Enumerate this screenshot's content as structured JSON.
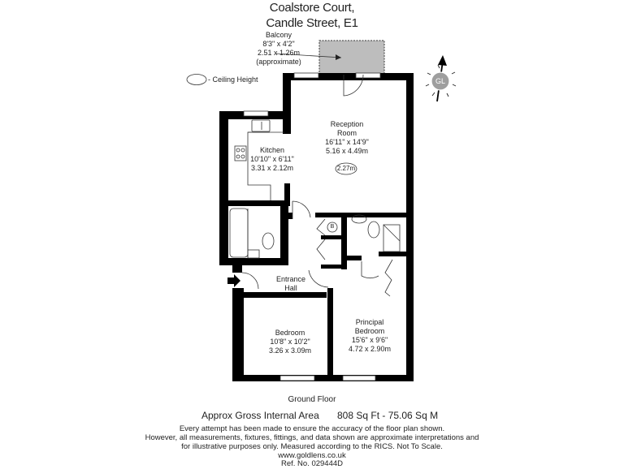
{
  "header": {
    "title_line1": "Coalstore Court,",
    "title_line2": "Candle Street, E1"
  },
  "legend": {
    "ceiling_height_label": "- Ceiling Height"
  },
  "compass": {
    "logo_text": "GL"
  },
  "rooms": {
    "balcony": {
      "name": "Balcony",
      "imperial": "8'3\" x 4'2\"",
      "metric": "2.51 x 1.26m",
      "note": "(approximate)"
    },
    "reception": {
      "name_line1": "Reception",
      "name_line2": "Room",
      "imperial": "16'11\" x 14'9\"",
      "metric": "5.16 x 4.49m",
      "ceiling_height": "2.27m"
    },
    "kitchen": {
      "name": "Kitchen",
      "imperial": "10'10\" x 6'11\"",
      "metric": "3.31 x 2.12m"
    },
    "entrance_hall": {
      "name_line1": "Entrance",
      "name_line2": "Hall"
    },
    "bedroom": {
      "name": "Bedroom",
      "imperial": "10'8\" x 10'2\"",
      "metric": "3.26 x 3.09m"
    },
    "principal_bedroom": {
      "name_line1": "Principal",
      "name_line2": "Bedroom",
      "imperial": "15'6\" x 9'6\"",
      "metric": "4.72 x 2.90m"
    },
    "boiler_label": "B"
  },
  "footer": {
    "floor_label": "Ground Floor",
    "area_label": "Approx Gross Internal Area",
    "area_value": "808 Sq Ft  - 75.06 Sq M",
    "disclaimer_line1": "Every attempt has been made to ensure the accuracy of the floor plan shown.",
    "disclaimer_line2": "However, all measurements, fixtures, fittings, and data shown are approximate interpretations and",
    "disclaimer_line3": "for illustrative purposes only. Measured according to the RICS. Not To Scale.",
    "website": "www.goldlens.co.uk",
    "reference": "Ref. No. 029444D"
  },
  "colors": {
    "wall": "#000000",
    "balcony_fill": "#bdbdbd",
    "compass_circle": "#9e9e9e",
    "text": "#222222"
  }
}
